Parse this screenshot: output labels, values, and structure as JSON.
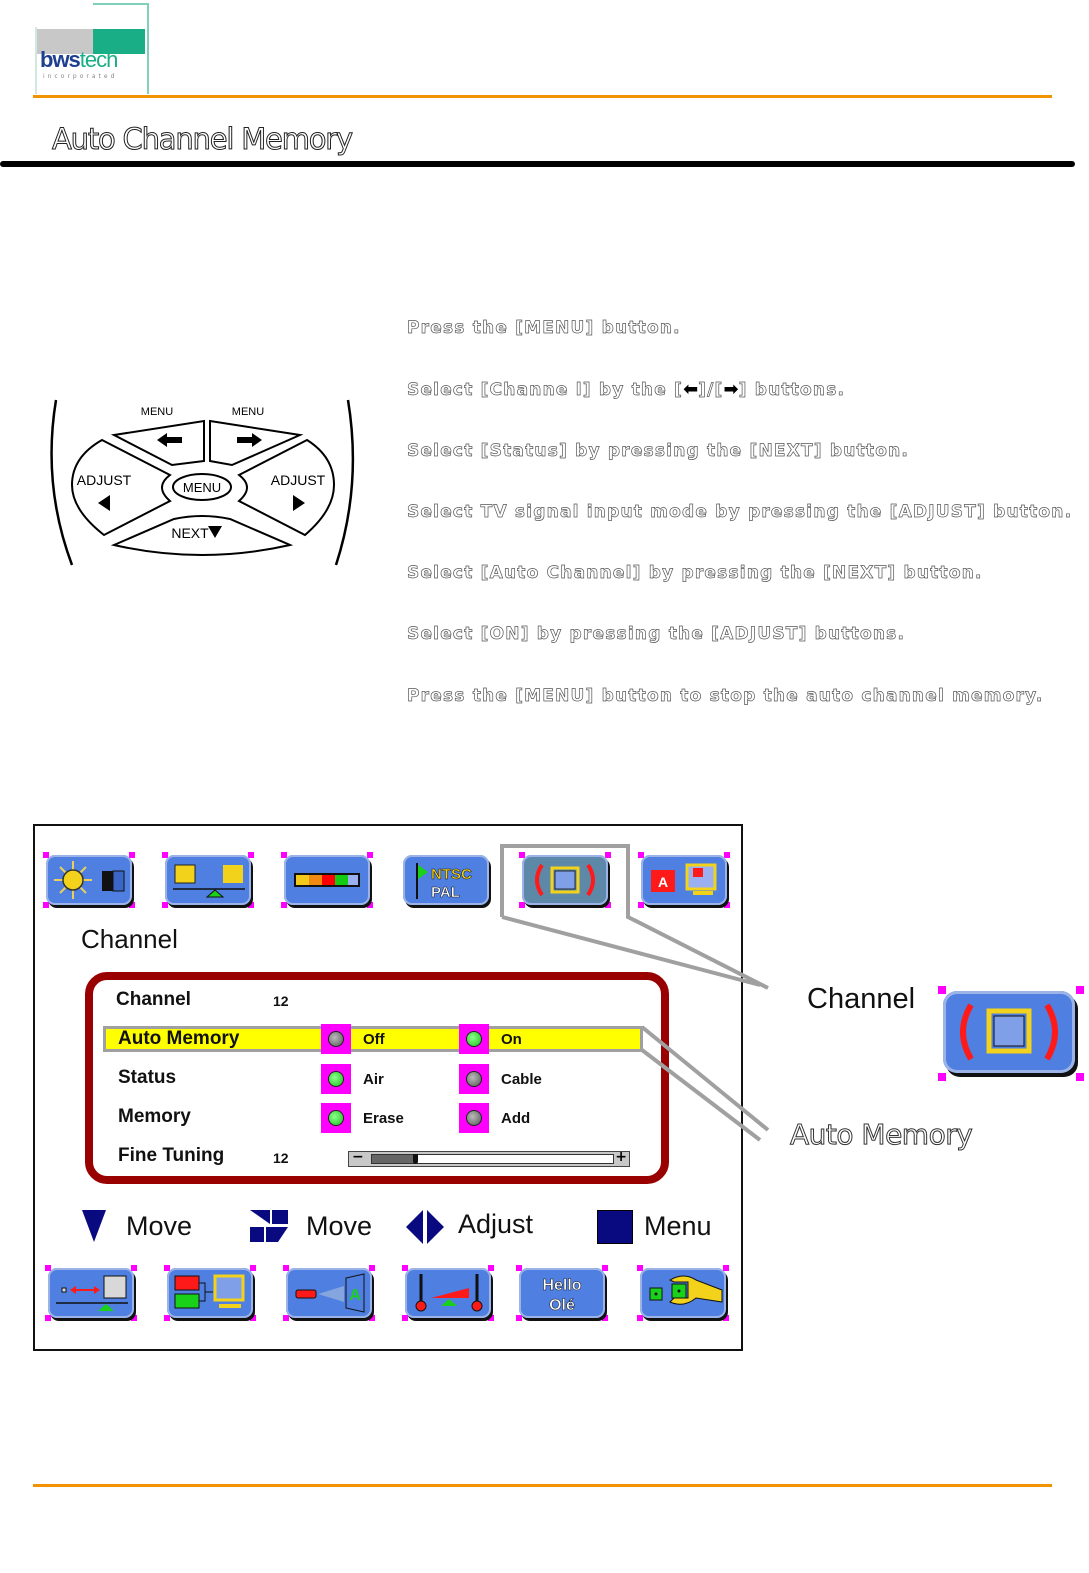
{
  "header": {
    "logo": {
      "word_primary": "bws",
      "word_secondary": "tech",
      "tagline": "incorporated"
    },
    "colors": {
      "rule": "#f29400",
      "logo_green": "#1aae86",
      "logo_blue": "#1e3f8f"
    }
  },
  "page_title": "Auto Channel Memory",
  "remote": {
    "labels": {
      "menu_left": "MENU",
      "menu_right": "MENU",
      "adjust_left": "ADJUST",
      "adjust_right": "ADJUST",
      "center": "MENU",
      "next": "NEXT"
    },
    "icons": [
      "arrow-left-icon",
      "arrow-right-icon",
      "triangle-left-icon",
      "triangle-right-icon",
      "triangle-down-icon"
    ]
  },
  "steps": [
    {
      "text": "Press the [MENU] button."
    },
    {
      "text_before": "Select [Channe   l] by the [",
      "mid": "]/[",
      "text_after": "] buttons.",
      "left_arrow": "⬅",
      "right_arrow": "➡"
    },
    {
      "text": "Select [Status] by pressing the [NEXT] button."
    },
    {
      "text": "Select TV signal input mode by pressing the [ADJUST] button."
    },
    {
      "text": "Select [Auto Channel] by pressing the [NEXT] button."
    },
    {
      "text": "Select [ON] by pressing the [ADJUST] buttons."
    },
    {
      "text": "Press the [MENU] button to stop the auto channel memory."
    }
  ],
  "osd": {
    "top_icons": [
      "picture-icon",
      "balance-icon",
      "color-bar-icon",
      "ntsc-pal-icon",
      "channel-icon",
      "input-select-icon"
    ],
    "ntsc_label": "NTSC",
    "pal_label": "PAL",
    "active_icon": "channel-icon",
    "section_title": "Channel",
    "rows": [
      {
        "label": "Channel",
        "value": "12"
      },
      {
        "label": "Auto Memory",
        "options": [
          {
            "label": "Off",
            "selected": false
          },
          {
            "label": "On",
            "selected": true
          }
        ],
        "highlighted": true
      },
      {
        "label": "Status",
        "options": [
          {
            "label": "Air",
            "selected": true
          },
          {
            "label": "Cable",
            "selected": false
          }
        ]
      },
      {
        "label": "Memory",
        "options": [
          {
            "label": "Erase",
            "selected": true
          },
          {
            "label": "Add",
            "selected": false
          }
        ]
      },
      {
        "label": "Fine Tuning",
        "value": "12",
        "slider_fraction": 0.18,
        "minus": "−",
        "plus": "+"
      }
    ],
    "legend": [
      {
        "icon": "triangle-down-icon",
        "label": "Move"
      },
      {
        "icon": "move-blocks-icon",
        "label": "Move"
      },
      {
        "icon": "diamond-adjust-icon",
        "label": "Adjust"
      },
      {
        "icon": "square-menu-icon",
        "label": "Menu"
      }
    ],
    "bottom_icons": [
      "position-icon",
      "av-input-icon",
      "projector-focus-icon",
      "color-temp-icon",
      "language-icon",
      "setup-wrench-icon"
    ],
    "hello_label": "Hello",
    "ole_label": "Olé"
  },
  "callouts": {
    "channel": "Channel",
    "auto_memory": "Auto Memory"
  }
}
